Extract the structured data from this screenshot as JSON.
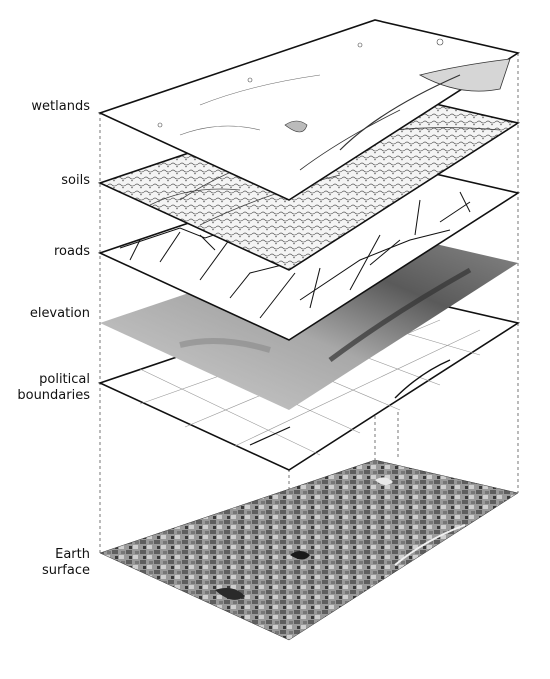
{
  "layers": [
    {
      "id": "wetlands",
      "lines": [
        "wetlands"
      ]
    },
    {
      "id": "soils",
      "lines": [
        "soils"
      ]
    },
    {
      "id": "roads",
      "lines": [
        "roads"
      ]
    },
    {
      "id": "elevation",
      "lines": [
        "elevation"
      ]
    },
    {
      "id": "political-boundaries",
      "lines": [
        "political",
        "boundaries"
      ]
    },
    {
      "id": "earth-surface",
      "lines": [
        "Earth",
        "surface"
      ]
    }
  ]
}
